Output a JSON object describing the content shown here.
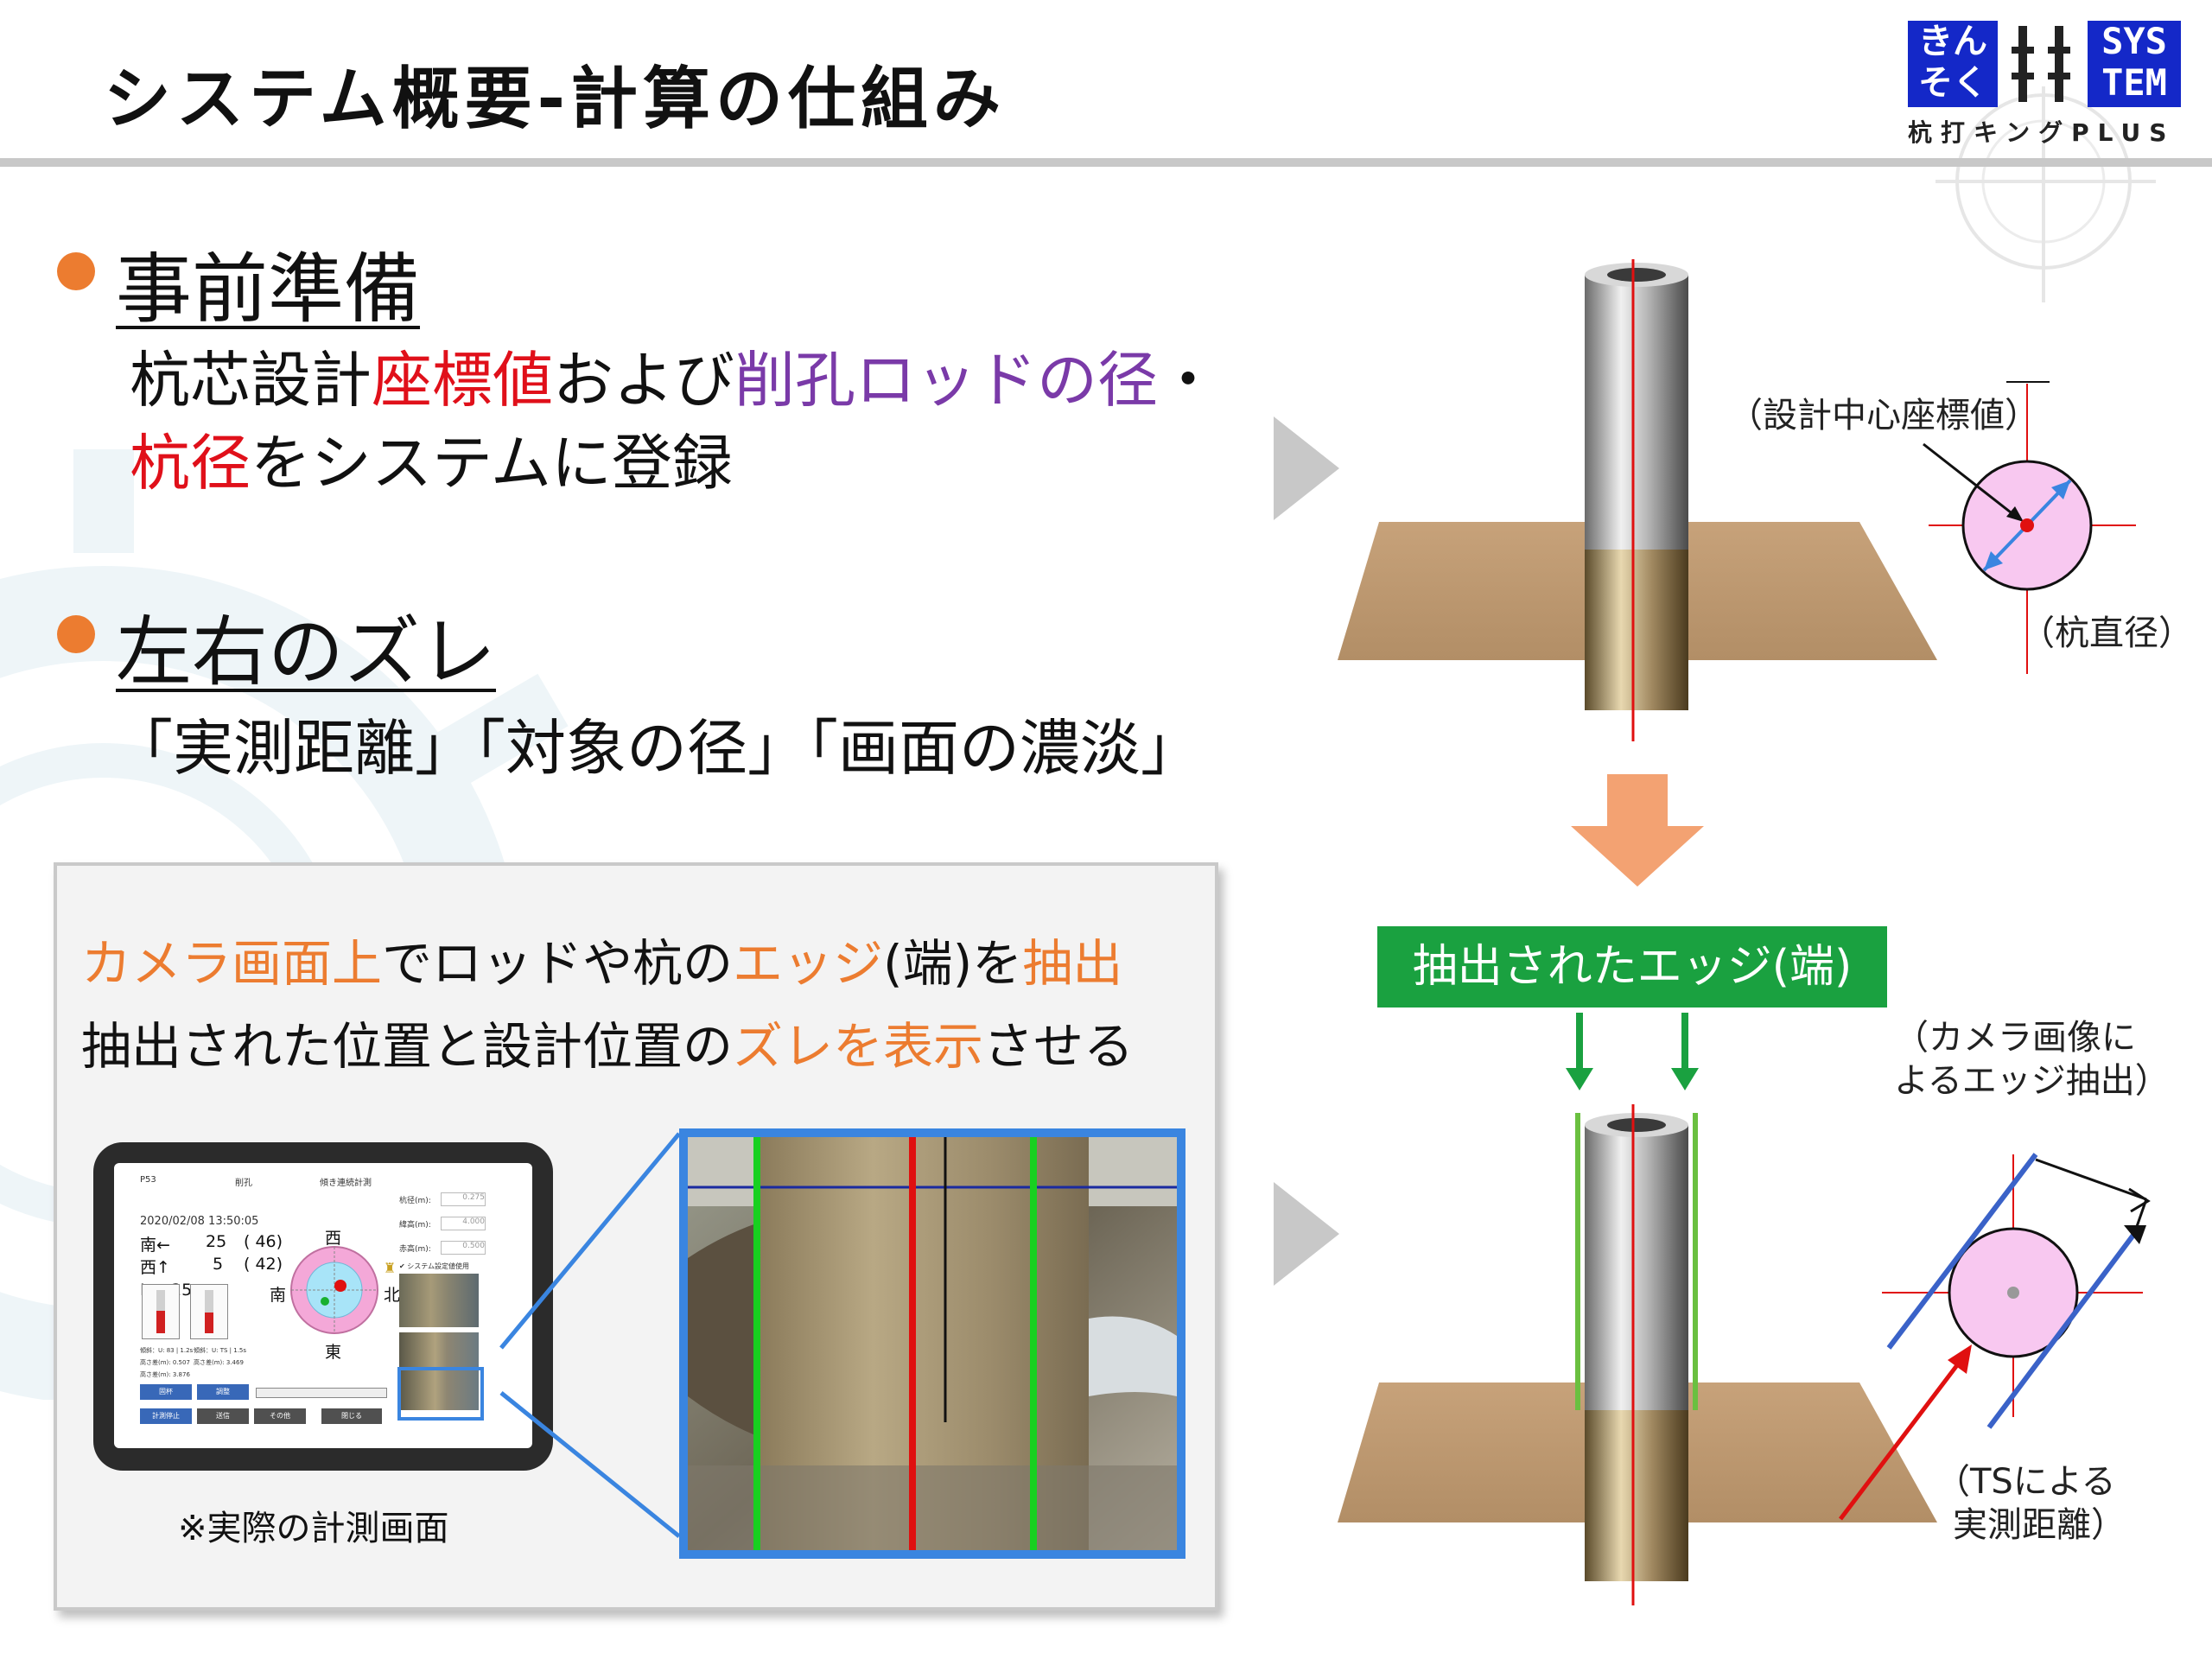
{
  "title": "システム概要-計算の仕組み",
  "logo": {
    "kinsoku_1": "きん",
    "kinsoku_2": "そく",
    "system_1": "SYS",
    "system_2": "TEM",
    "tagline": "杭打キングPLUS"
  },
  "section1": {
    "heading": "事前準備",
    "line1_a": "杭芯設計",
    "line1_b": "座標値",
    "line1_c": "および",
    "line1_d": "削孔ロッドの径",
    "line1_e": "・",
    "line2_a": "杭径",
    "line2_b": "をシステムに登録"
  },
  "section2": {
    "heading": "左右のズレ",
    "line": "「実測距離」「対象の径」「画面の濃淡」"
  },
  "panel": {
    "l1_a": "カメラ画面上",
    "l1_b": "でロッドや杭の",
    "l1_c": "エッジ",
    "l1_d": "(端)を",
    "l1_e": "抽出",
    "l2_a": "抽出された位置と設計位置の",
    "l2_b": "ズレを表示",
    "l2_c": "させる",
    "caption": "※実際の計測画面"
  },
  "tablet": {
    "hdr1": "P53",
    "hdr2": "削孔",
    "hdr3": "傾き連続計測",
    "datetime": "2020/02/08 13:50:05",
    "r1_a": "南←",
    "r1_b": "25",
    "r1_c": "( 46)",
    "r2_a": "西↑",
    "r2_b": "5",
    "r2_c": "( 42)",
    "r3": "L:　25",
    "dir_w": "西",
    "dir_s": "南",
    "dir_n": "北",
    "dir_e": "東",
    "f1_label": "杭径(m):",
    "f1_value": "0.275",
    "f2_label": "緯高(m):",
    "f2_value": "4.000",
    "f3_label": "赤高(m):",
    "f3_value": "0.500",
    "check_label": "システム設定値使用",
    "m1": "傾斜：U: 83 | 1.2s",
    "m2": "傾斜：U: TS | 1.5s",
    "m3": "高さ差(m): 0.507",
    "m4": "高さ差(m): 3.469",
    "m5": "高さ差(m): 3.876",
    "btn1": "固杯",
    "btn2": "調整",
    "btn3": "計測停止",
    "btn4": "送信",
    "btn5": "その他",
    "btn6": "閉じる"
  },
  "right": {
    "design_center": "（設計中心座標値）",
    "pile_diameter": "（杭直径）",
    "edge_label": "抽出されたエッジ(端)",
    "camera_note_1": "（カメラ画像に",
    "camera_note_2": "よるエッジ抽出）",
    "ts_note_1": "（TSによる",
    "ts_note_2": "実測距離）"
  },
  "colors": {
    "accent_orange": "#ec7c30",
    "red": "#e0101a",
    "purple": "#7a3aa8",
    "green": "#1aa140",
    "blue": "#3a85e0",
    "logo_blue": "#1428c8"
  }
}
